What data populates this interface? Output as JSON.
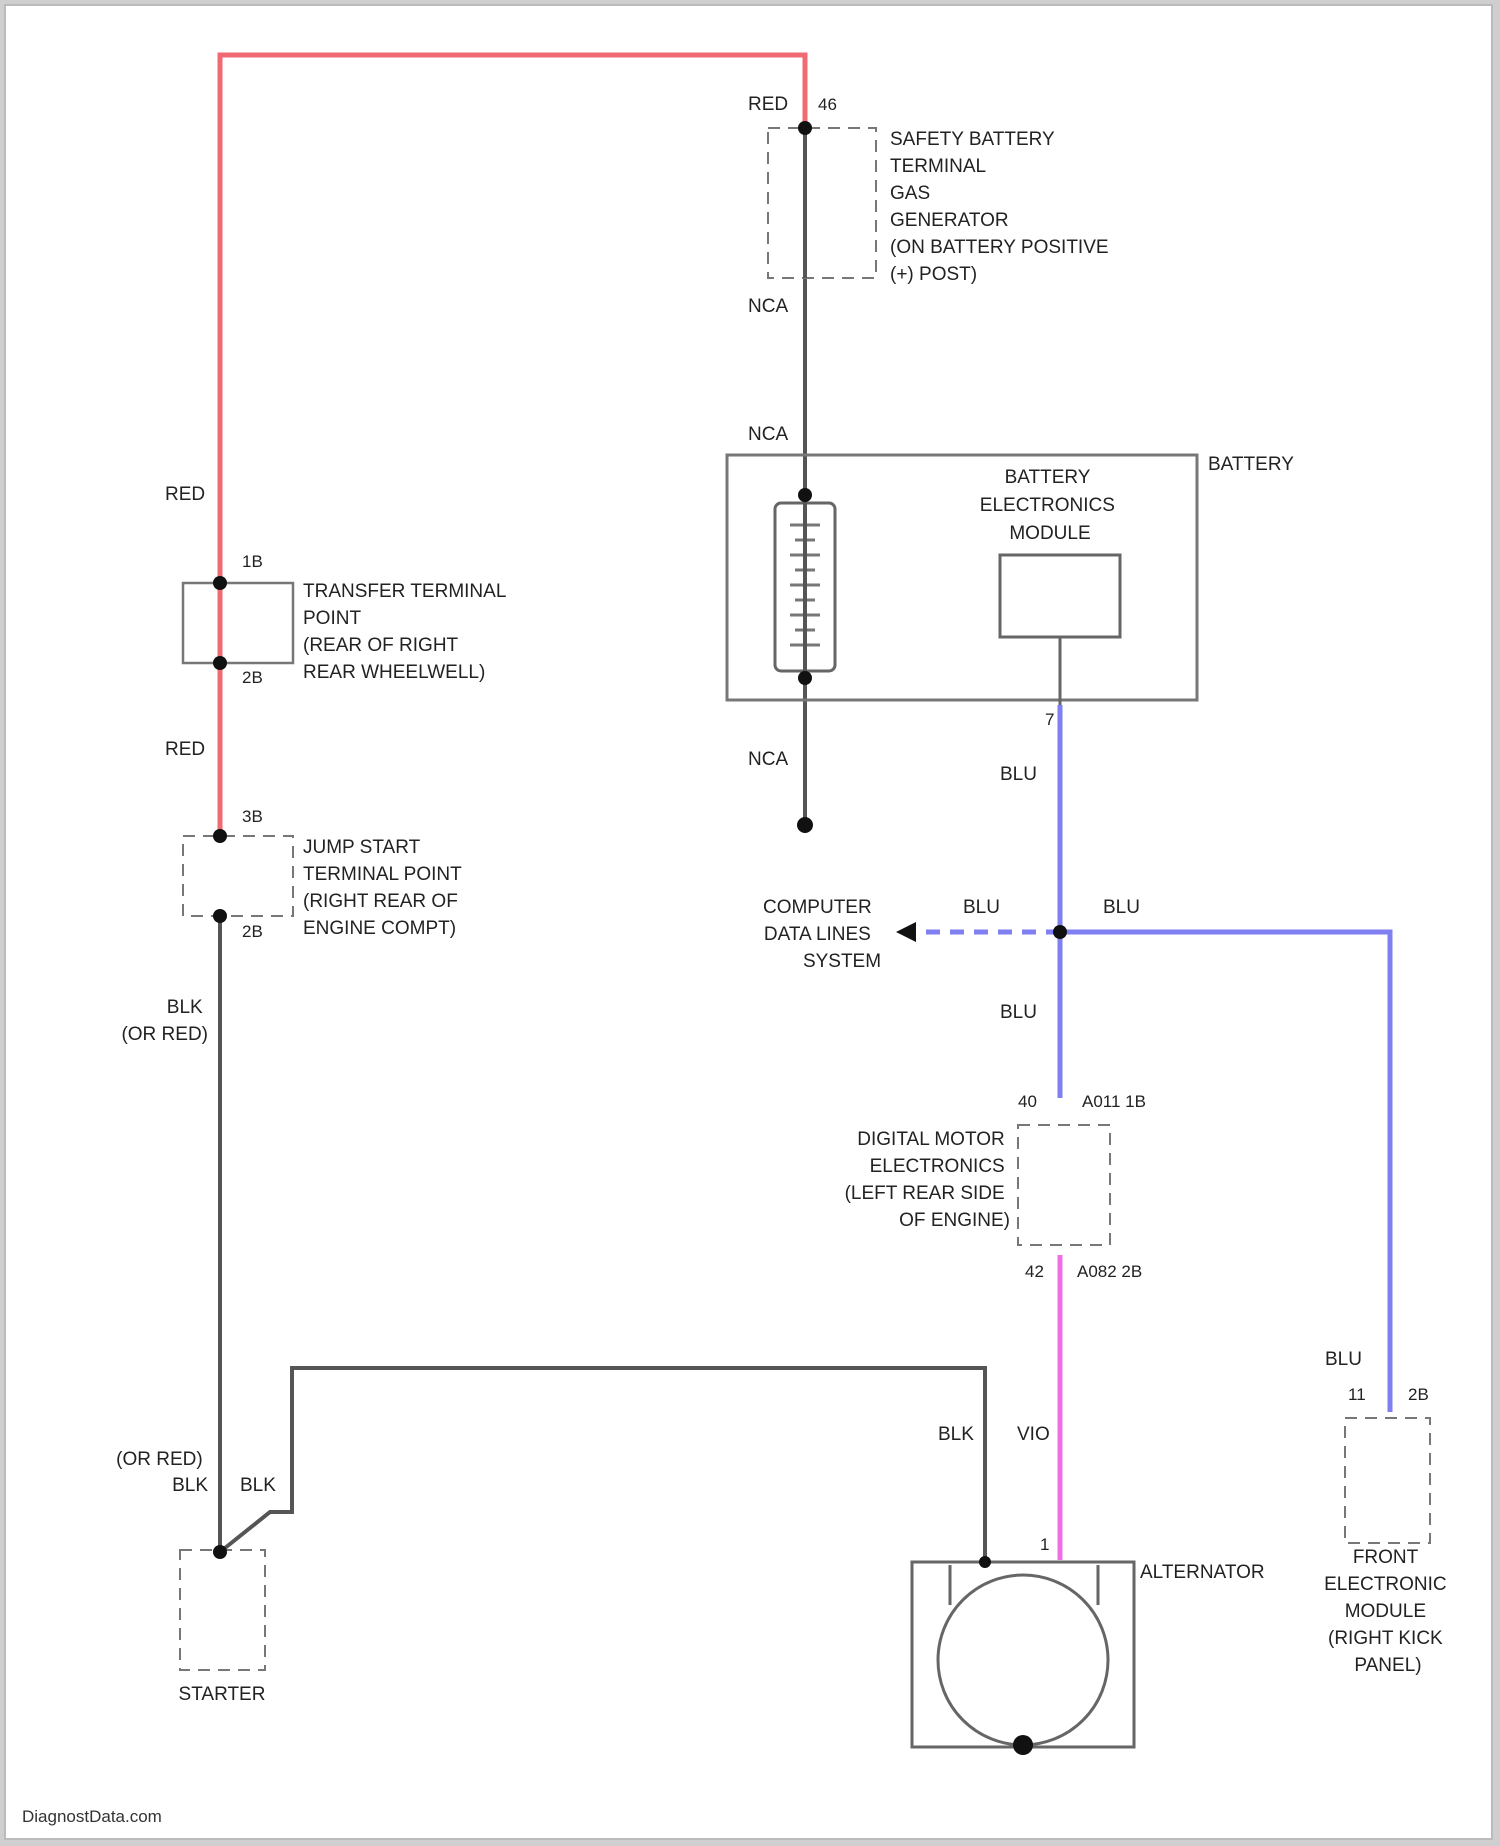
{
  "diagram": {
    "watermark": "DiagnostData.com",
    "colors": {
      "red_wire": "#f06a73",
      "blue_wire": "#7f7ff2",
      "violet_wire": "#ee6fe6",
      "black_wire": "#555555",
      "outline": "#666666"
    },
    "components": {
      "safety_terminal": [
        "SAFETY BATTERY",
        "TERMINAL",
        "GAS",
        "GENERATOR",
        "(ON BATTERY POSITIVE",
        "(+) POST)"
      ],
      "battery": "BATTERY",
      "battery_module": [
        "BATTERY",
        "ELECTRONICS",
        "MODULE"
      ],
      "transfer_point": [
        "TRANSFER TERMINAL",
        "POINT",
        "(REAR OF RIGHT",
        "REAR WHEELWELL)"
      ],
      "jump_start": [
        "JUMP START",
        "TERMINAL POINT",
        "(RIGHT REAR OF",
        "ENGINE COMPT)"
      ],
      "computer_data_lines": [
        "COMPUTER",
        "DATA LINES",
        "SYSTEM"
      ],
      "dme": [
        "DIGITAL MOTOR",
        "ELECTRONICS",
        "(LEFT REAR SIDE",
        "OF ENGINE)"
      ],
      "starter": "STARTER",
      "alternator": "ALTERNATOR",
      "front_module": [
        "FRONT",
        "ELECTRONIC",
        "MODULE",
        "(RIGHT KICK",
        "PANEL)"
      ]
    },
    "wire_labels": {
      "red_top": "RED",
      "red_upper": "RED",
      "red_lower": "RED",
      "nca_1": "NCA",
      "nca_2": "NCA",
      "nca_3": "NCA",
      "blu_1": "BLU",
      "blu_2": "BLU",
      "blu_3": "BLU",
      "blu_4": "BLU",
      "blu_5": "BLU",
      "blk_or_red": [
        "BLK",
        "(OR RED)"
      ],
      "or_red_blk": [
        "(OR RED)",
        "BLK"
      ],
      "blk_starter": "BLK",
      "blk_alt": "BLK",
      "vio": "VIO"
    },
    "pins": {
      "safety_pin": "46",
      "transfer_top": "1B",
      "transfer_bottom": "2B",
      "jump_top": "3B",
      "jump_bottom": "2B",
      "bem_pin": "7",
      "dme_top_left": "40",
      "dme_top_right": "A011 1B",
      "dme_bottom_left": "42",
      "dme_bottom_right": "A082 2B",
      "alt_pin": "1",
      "fem_left": "11",
      "fem_right": "2B"
    }
  }
}
